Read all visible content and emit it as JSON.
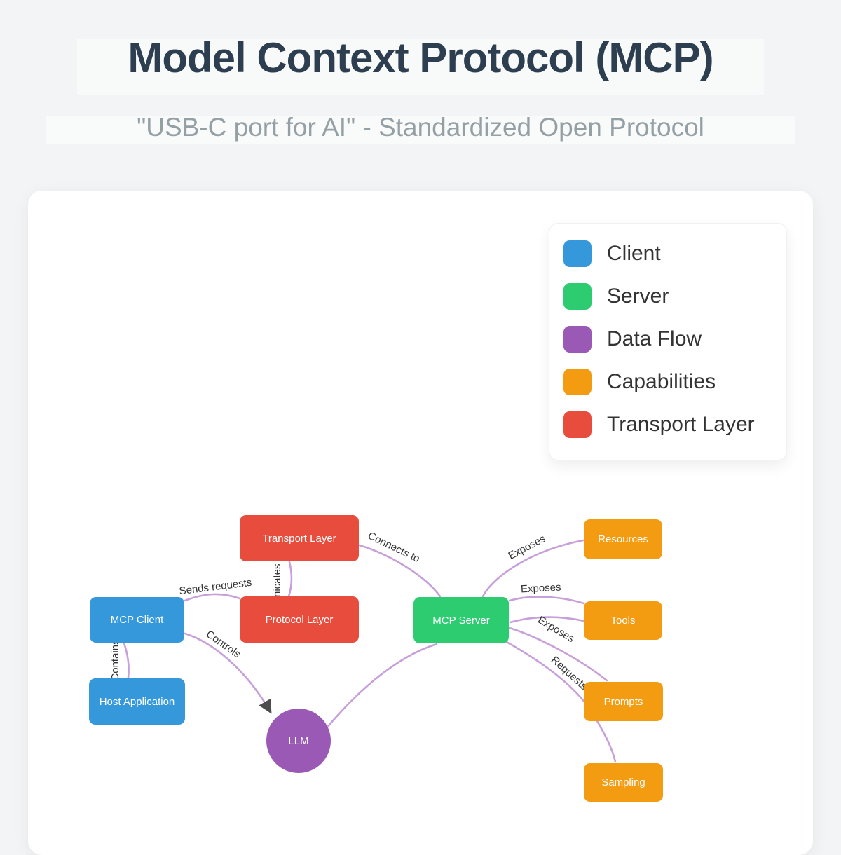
{
  "header": {
    "title": "Model Context Protocol (MCP)",
    "subtitle": "\"USB-C port for AI\" - Standardized Open Protocol"
  },
  "legend": {
    "items": [
      {
        "label": "Client",
        "color": "#3498db"
      },
      {
        "label": "Server",
        "color": "#2ecc71"
      },
      {
        "label": "Data Flow",
        "color": "#9b59b6"
      },
      {
        "label": "Capabilities",
        "color": "#f39c12"
      },
      {
        "label": "Transport Layer",
        "color": "#e74c3c"
      }
    ]
  },
  "diagram": {
    "nodes": {
      "transport_layer": {
        "label": "Transport Layer"
      },
      "protocol_layer": {
        "label": "Protocol Layer"
      },
      "mcp_client": {
        "label": "MCP Client"
      },
      "host_application": {
        "label": "Host Application"
      },
      "mcp_server": {
        "label": "MCP Server"
      },
      "resources": {
        "label": "Resources"
      },
      "tools": {
        "label": "Tools"
      },
      "prompts": {
        "label": "Prompts"
      },
      "sampling": {
        "label": "Sampling"
      },
      "llm": {
        "label": "LLM"
      }
    },
    "edge_labels": {
      "contains": "Contains",
      "sends_requests": "Sends requests",
      "communicates_through": "Communicates through",
      "connects_to": "Connects to",
      "controls": "Controls",
      "exposes_resources": "Exposes",
      "exposes_tools": "Exposes",
      "exposes_prompts": "Exposes",
      "requests": "Requests"
    }
  },
  "colors": {
    "client": "#3498db",
    "server": "#2ecc71",
    "data_flow": "#9b59b6",
    "capabilities": "#f39c12",
    "transport": "#e74c3c",
    "edge": "#c7a0da",
    "arrow": "#4d4d4d",
    "title": "#2c3e50",
    "subtitle": "#95a0a5",
    "edge_label": "#333333"
  }
}
